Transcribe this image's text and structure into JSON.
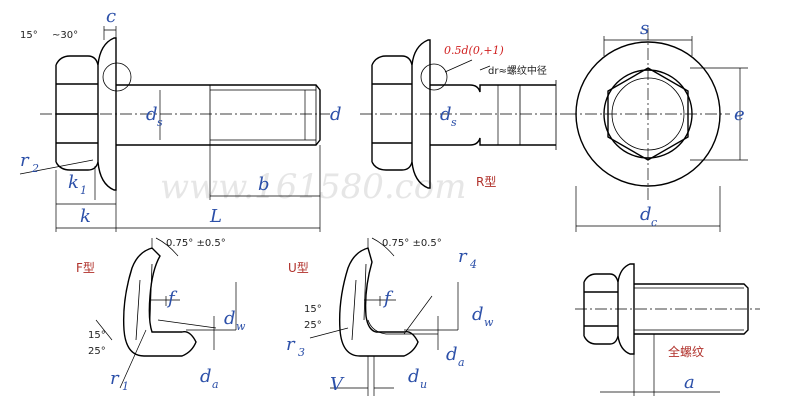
{
  "watermark": "www.161580.com",
  "angles": {
    "flange_a": "15°",
    "flange_b": "~30°",
    "tol": "0.75° ±0.5°",
    "lip_a": "15°",
    "lip_b": "25°"
  },
  "dims": {
    "c": "c",
    "s": "s",
    "e": "e",
    "dc": "d",
    "dc_sub": "c",
    "ds": "d",
    "ds_sub": "s",
    "d": "d",
    "r2": "r",
    "r2_sub": "2",
    "k1": "k",
    "k1_sub": "1",
    "k": "k",
    "L": "L",
    "b": "b",
    "ds2": "d",
    "ds2_sub": "s",
    "half_d": "0.5d(0,+1)",
    "dr_note": "dr≈螺纹中径",
    "f": "f",
    "dw": "d",
    "dw_sub": "w",
    "da": "d",
    "da_sub": "a",
    "r1": "r",
    "r1_sub": "1",
    "f2": "f",
    "dw2": "d",
    "dw2_sub": "w",
    "da2": "d",
    "da2_sub": "a",
    "r3": "r",
    "r3_sub": "3",
    "r4": "r",
    "r4_sub": "4",
    "V": "V",
    "du": "d",
    "du_sub": "u",
    "a": "a"
  },
  "labels": {
    "r_type": "R型",
    "f_type": "F型",
    "u_type": "U型",
    "full_thread": "全螺纹"
  }
}
